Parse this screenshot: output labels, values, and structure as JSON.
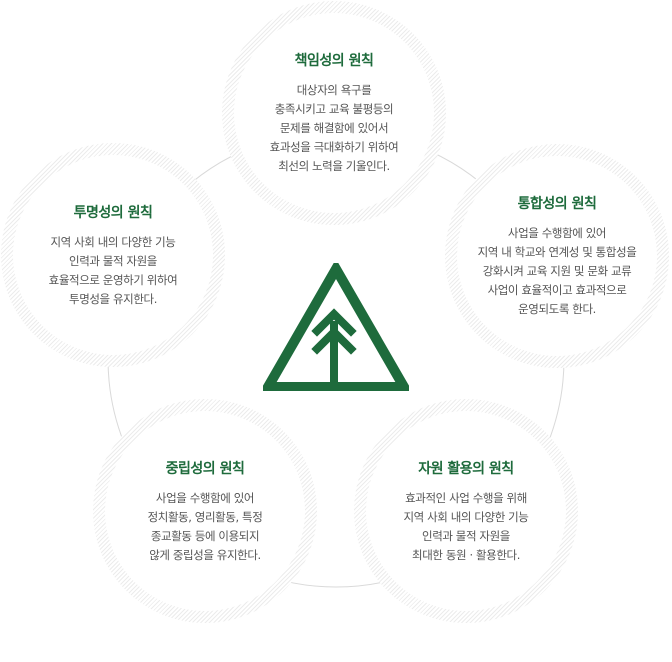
{
  "principles": [
    {
      "title": "책임성의 원칙",
      "lines": [
        "대상자의 욕구를",
        "충족시키고  교육 불평등의",
        "문제를 해결함에 있어서",
        "효과성을 극대화하기  위하여",
        "최선의 노력을 기울인다."
      ]
    },
    {
      "title": "통합성의 원칙",
      "lines": [
        "사업을 수행함에 있어",
        "지역 내 학교와 연계성 및 통합성을",
        "강화시켜  교육 지원 및 문화 교류",
        "사업이 효율적이고 효과적으로",
        "운영되도록 한다."
      ]
    },
    {
      "title": "투명성의 원칙",
      "lines": [
        "지역 사회 내의 다양한 기능",
        "인력과  물적 자원을",
        "효율적으로 운영하기 위하여",
        "투명성을 유지한다."
      ]
    },
    {
      "title": "중립성의 원칙",
      "lines": [
        "사업을 수행함에 있어",
        "정치활동, 영리활동, 특정",
        "종교활동 등에 이용되지",
        "않게 중립성을 유지한다."
      ]
    },
    {
      "title": "자원 활용의 원칙",
      "lines": [
        "효과적인 사업 수행을 위해",
        "지역 사회 내의 다양한 기능",
        "인력과 물적 자원을",
        "최대한 동원  · 활용한다."
      ]
    }
  ],
  "colors": {
    "accent": "#1e6b3c",
    "text": "#555555",
    "ring": "#d9d9d9"
  },
  "logo_icon": "tree-in-triangle-icon"
}
